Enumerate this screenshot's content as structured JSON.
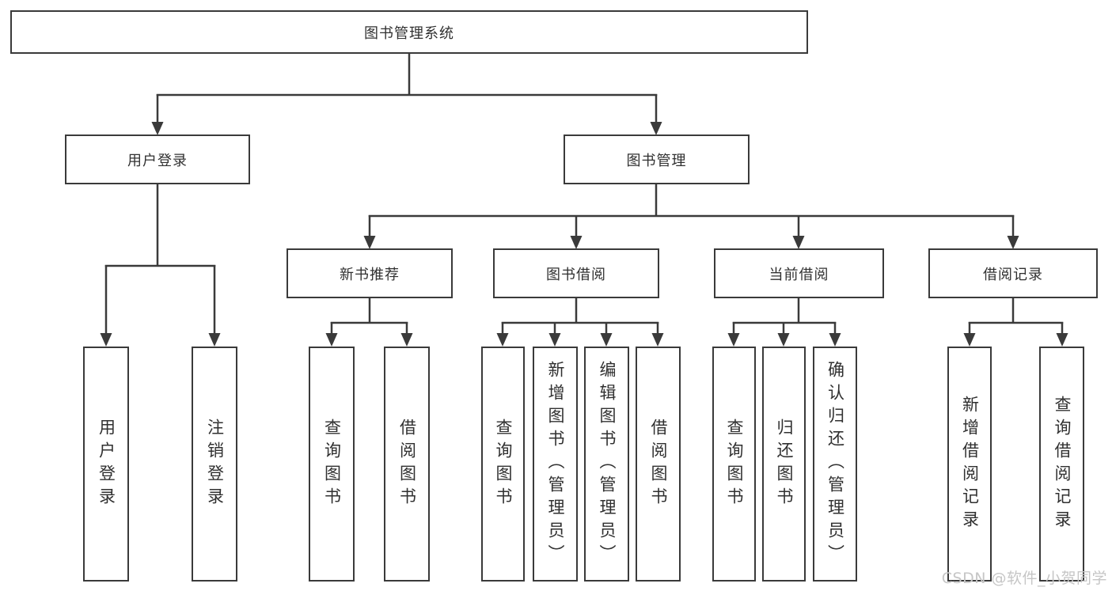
{
  "diagram": {
    "root": {
      "label": "图书管理系统"
    },
    "branches": [
      {
        "label": "用户登录",
        "children": [
          {
            "label": "用户登录"
          },
          {
            "label": "注销登录"
          }
        ]
      },
      {
        "label": "图书管理",
        "children": [
          {
            "label": "新书推荐",
            "children": [
              {
                "label": "查询图书"
              },
              {
                "label": "借阅图书"
              }
            ]
          },
          {
            "label": "图书借阅",
            "children": [
              {
                "label": "查询图书"
              },
              {
                "label": "新增图书（管理员）"
              },
              {
                "label": "编辑图书（管理员）"
              },
              {
                "label": "借阅图书"
              }
            ]
          },
          {
            "label": "当前借阅",
            "children": [
              {
                "label": "查询图书"
              },
              {
                "label": "归还图书"
              },
              {
                "label": "确认归还（管理员）"
              }
            ]
          },
          {
            "label": "借阅记录",
            "children": [
              {
                "label": "新增借阅记录"
              },
              {
                "label": "查询借阅记录"
              }
            ]
          }
        ]
      }
    ]
  },
  "watermark": {
    "text": "CSDN @软件_小贺同学"
  },
  "colors": {
    "line": "#3a3a3a",
    "text": "#303030",
    "background": "#ffffff",
    "watermark": "#c6c6c6"
  }
}
